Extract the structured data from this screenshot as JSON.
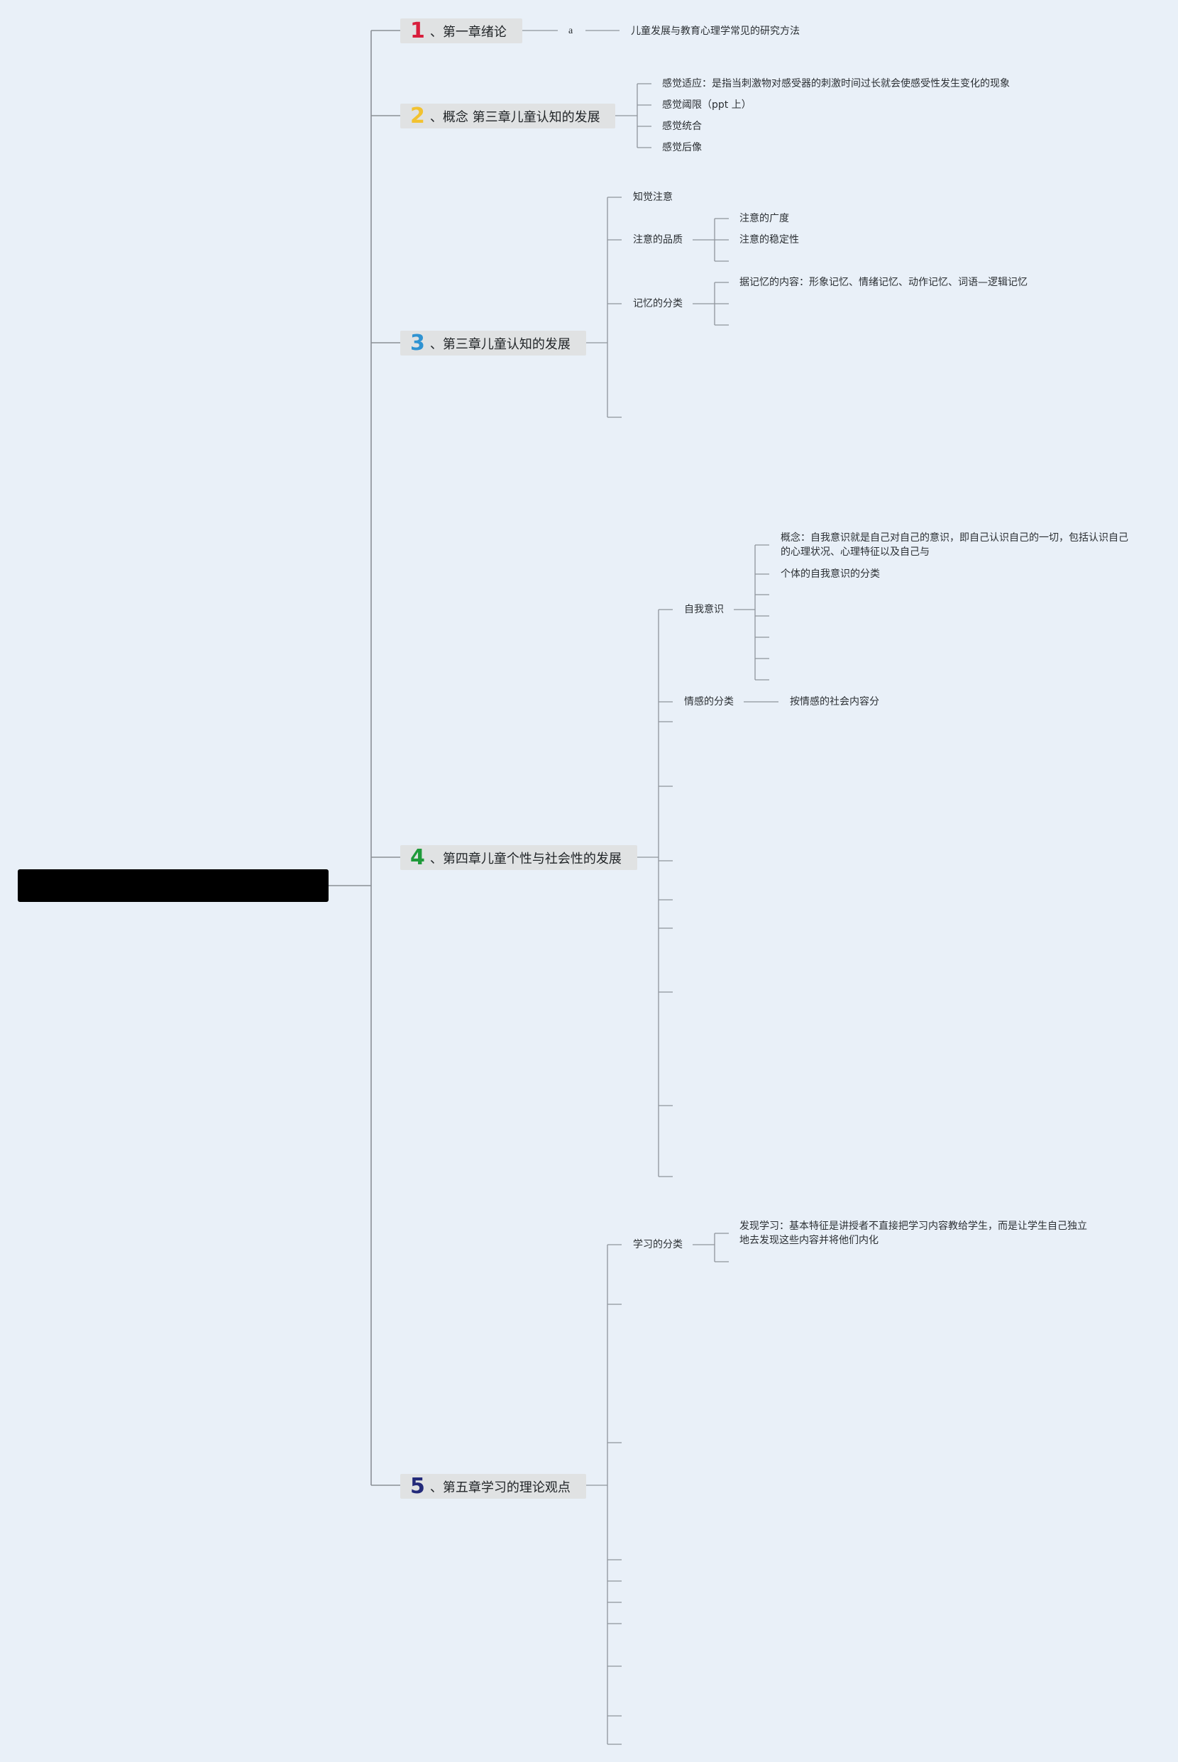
{
  "colors": {
    "background": "#e9f0f8",
    "chapter_bg": "#e0e2e3",
    "num1": "#d81e3c",
    "num2": "#f2c230",
    "num3": "#2f93d2",
    "num4": "#1f9a3a",
    "num5": "#232a7a"
  },
  "chapters": [
    {
      "num": "1",
      "label": "、第一章绪论"
    },
    {
      "num": "2",
      "label": "、概念 第三章儿童认知的发展"
    },
    {
      "num": "3",
      "label": "、第三章儿童认知的发展"
    },
    {
      "num": "4",
      "label": "、第四章儿童个性与社会性的发展"
    },
    {
      "num": "5",
      "label": "、第五章学习的理论观点"
    }
  ],
  "ch1": {
    "a": "a",
    "method": "儿童发展与教育心理学常见的研究方法"
  },
  "ch2": {
    "items": [
      "感觉适应：是指当刺激物对感受器的刺激时间过长就会使感受性发生变化的现象",
      "感觉阈限（ppt 上）",
      "感觉统合",
      "感觉后像"
    ]
  },
  "ch3": {
    "perception_attention": "知觉注意",
    "attention_quality": "注意的品质",
    "attention_breadth": "注意的广度",
    "attention_stability": "注意的稳定性",
    "memory_classification": "记忆的分类",
    "memory_content": "据记忆的内容：形象记忆、情绪记忆、动作记忆、词语—逻辑记忆"
  },
  "ch4": {
    "self_awareness": "自我意识",
    "self_concept": "概念：自我意识就是自己对自己的意识，即自己认识自己的一切，包括认识自己的心理状况、心理特征以及自己与",
    "self_classification": "个体的自我意识的分类",
    "emotion_classification": "情感的分类",
    "emotion_social": "按情感的社会内容分"
  },
  "ch5": {
    "learning_classification": "学习的分类",
    "discovery_learning": "发现学习：基本特征是讲授者不直接把学习内容教给学生，而是让学生自己独立地去发现这些内容并将他们内化"
  }
}
